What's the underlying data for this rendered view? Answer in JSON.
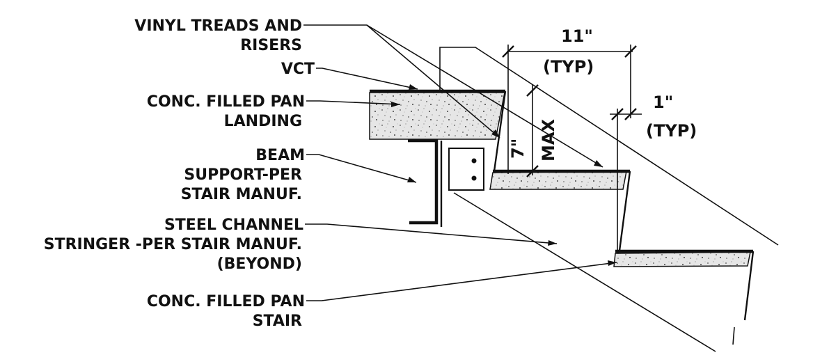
{
  "labels": {
    "vinyl_1": "VINYL TREADS AND",
    "vinyl_2": "RISERS",
    "vct": "VCT",
    "landing_1": "CONC. FILLED PAN",
    "landing_2": "LANDING",
    "beam_1": "BEAM",
    "beam_2": "SUPPORT-PER",
    "beam_3": "STAIR MANUF.",
    "channel_1": "STEEL CHANNEL",
    "channel_2": "STRINGER -PER STAIR MANUF.",
    "channel_3": "(BEYOND)",
    "stair_1": "CONC. FILLED PAN",
    "stair_2": "STAIR"
  },
  "dimensions": {
    "tread_value": "11\"",
    "tread_note": "(TYP)",
    "nosing_value": "1\"",
    "nosing_note": "(TYP)",
    "riser_value": "7\"",
    "riser_note": "MAX"
  },
  "colors": {
    "line": "#111111",
    "concrete": "#e4e4e4",
    "background": "#ffffff"
  }
}
